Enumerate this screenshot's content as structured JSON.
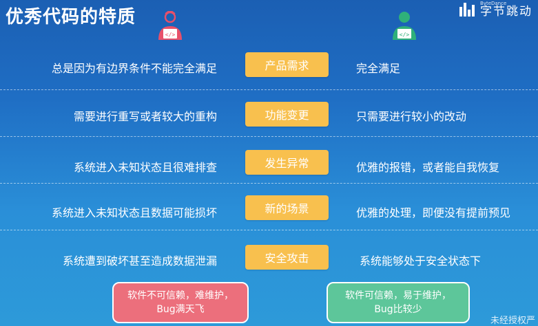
{
  "title": "优秀代码的特质",
  "brand": {
    "sub": "ByteDance",
    "name": "字节跳动"
  },
  "rows": [
    {
      "left": "总是因为有边界条件不能完全满足",
      "tag": "产品需求",
      "right": "完全满足"
    },
    {
      "left": "需要进行重写或者较大的重构",
      "tag": "功能变更",
      "right": "只需要进行较小的改动"
    },
    {
      "left": "系统进入未知状态且很难排查",
      "tag": "发生异常",
      "right": "优雅的报错，或者能自我恢复"
    },
    {
      "left": "系统进入未知状态且数据可能损坏",
      "tag": "新的场景",
      "right": "优雅的处理，即便没有提前预见"
    },
    {
      "left": "系统遭到破坏甚至造成数据泄漏",
      "tag": "安全攻击",
      "right": "系统能够处于安全状态下"
    }
  ],
  "outcomes": {
    "bad": {
      "line1": "软件不可信赖，难维护，",
      "line2": "Bug满天飞"
    },
    "good": {
      "line1": "软件可信赖，易于维护，",
      "line2": "Bug比较少"
    }
  },
  "watermark": "未经授权严",
  "colors": {
    "tag": "#f8c04e",
    "bad": "#ec6f7c",
    "good": "#5dc69a",
    "bad_avatar": "#e8506a",
    "good_avatar": "#2fb07a"
  },
  "icons": {
    "bad_avatar": "red-coder-avatar-icon",
    "good_avatar": "green-coder-avatar-icon"
  }
}
